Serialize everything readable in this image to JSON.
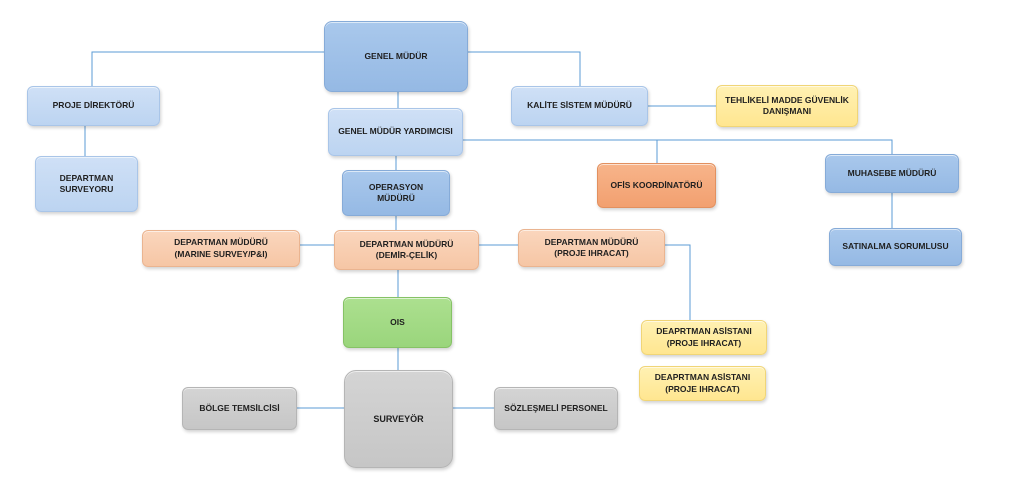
{
  "colors": {
    "connector": "#5b9bd5",
    "blue_dark": "#9dbfe8",
    "blue_light": "#c5daf3",
    "salmon": "#f8cfb2",
    "orange": "#f4a97c",
    "yellow": "#ffeb9c",
    "green": "#a3db86",
    "gray": "#cccccc"
  },
  "nodes": {
    "genel_mudur": "GENEL MÜDÜR",
    "proje_direktoru": "PROJE DİREKTÖRÜ",
    "departman_surveyoru": "DEPARTMAN\nSURVEYORU",
    "kalite_sistem_muduru": "KALİTE SİSTEM MÜDÜRÜ",
    "tehlikeli_madde": "TEHLİKELİ MADDE GÜVENLİK\nDANIŞMANI",
    "genel_mudur_yardimcisi": "GENEL MÜDÜR YARDIMCISI",
    "ofis_koordinatoru": "OFİS KOORDİNATÖRÜ",
    "muhasebe_muduru": "MUHASEBE MÜDÜRÜ",
    "operasyon_muduru": "OPERASYON\nMÜDÜRÜ",
    "satinalma_sorumlusu": "SATINALMA SORUMLUSU",
    "dep_marine": "DEPARTMAN MÜDÜRÜ\n(MARINE SURVEY/P&I)",
    "dep_demir": "DEPARTMAN MÜDÜRÜ\n(DEMİR-ÇELİK)",
    "dep_proje": "DEPARTMAN MÜDÜRÜ\n(PROJE IHRACAT)",
    "ois": "OIS",
    "asistan_1": "DEAPRTMAN ASİSTANI\n(PROJE IHRACAT)",
    "asistan_2": "DEAPRTMAN ASİSTANI\n(PROJE IHRACAT)",
    "bolge_temsilcisi": "BÖLGE TEMSİLCİSİ",
    "surveyor": "SURVEYÖR",
    "sozlesmeli_personel": "SÖZLEŞMELİ PERSONEL"
  }
}
